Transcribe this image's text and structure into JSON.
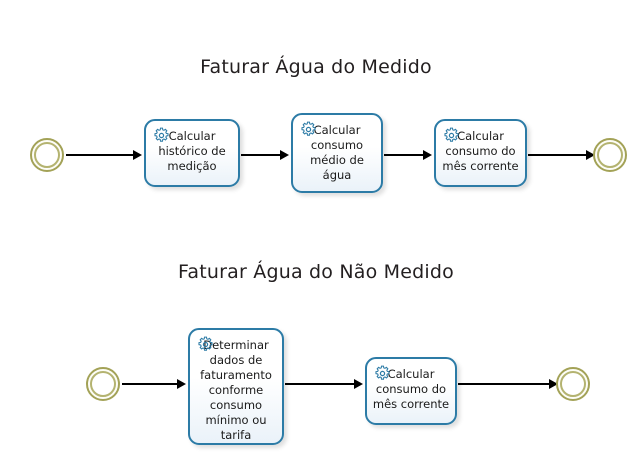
{
  "diagram": {
    "type": "bpmn-process-flow",
    "background_color": "#ffffff",
    "task_border_color": "#2c7ba6",
    "task_fill_color": "#ffffff",
    "event_ring_color": "#a3a257",
    "connector_color": "#000000",
    "gear_icon_color": "#2c7ba6"
  },
  "lanes": [
    {
      "title": "Faturar Água do Medido",
      "start_event_name": "start-event",
      "end_event_name": "end-event",
      "tasks": [
        {
          "label": "Calcular histórico de medição",
          "icon": "gear-icon"
        },
        {
          "label": "Calcular consumo médio de água",
          "icon": "gear-icon"
        },
        {
          "label": "Calcular consumo do mês corrente",
          "icon": "gear-icon"
        }
      ]
    },
    {
      "title": "Faturar Água do Não Medido",
      "start_event_name": "start-event",
      "end_event_name": "end-event",
      "tasks": [
        {
          "label": "Determinar dados de faturamento conforme consumo mínimo ou tarifa",
          "icon": "gear-icon"
        },
        {
          "label": "Calcular consumo do mês corrente",
          "icon": "gear-icon"
        }
      ]
    }
  ]
}
